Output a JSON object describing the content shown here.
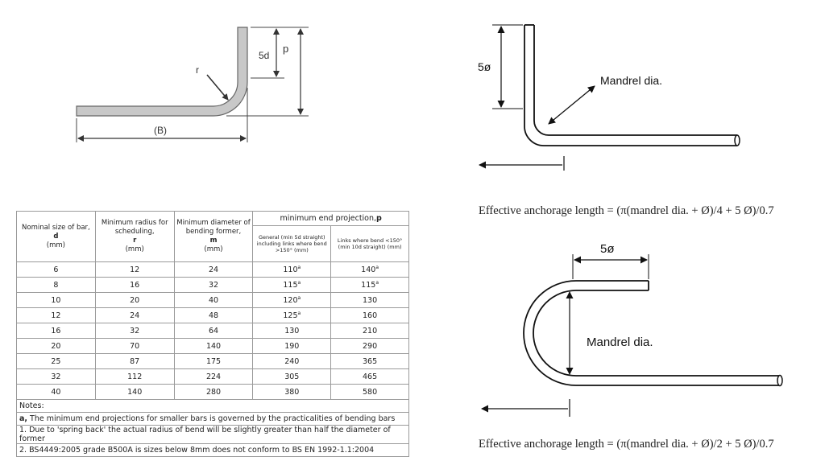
{
  "diagram1": {
    "label_r": "r",
    "label_5d": "5d",
    "label_p": "p",
    "label_b": "(B)"
  },
  "table": {
    "header": {
      "col1_line1": "Nominal size of bar,",
      "col1_var": "d",
      "col1_unit": "(mm)",
      "col2_line1": "Minimum radius for scheduling,",
      "col2_var": "r",
      "col2_unit": "(mm)",
      "col3_line1": "Minimum diameter of bending former,",
      "col3_var": "m",
      "col3_unit": "(mm)",
      "group_label": "minimum end projection,",
      "group_var": "p",
      "sub1": "General (min 5d straight) including links where bend >150° (mm)",
      "sub2": "Links where bend <150° (min 10d straight) (mm)"
    },
    "rows": [
      {
        "d": "6",
        "r": "12",
        "m": "24",
        "p1": "110",
        "p1_sup": "a",
        "p2": "140",
        "p2_sup": "a"
      },
      {
        "d": "8",
        "r": "16",
        "m": "32",
        "p1": "115",
        "p1_sup": "a",
        "p2": "115",
        "p2_sup": "a"
      },
      {
        "d": "10",
        "r": "20",
        "m": "40",
        "p1": "120",
        "p1_sup": "a",
        "p2": "130",
        "p2_sup": ""
      },
      {
        "d": "12",
        "r": "24",
        "m": "48",
        "p1": "125",
        "p1_sup": "a",
        "p2": "160",
        "p2_sup": ""
      },
      {
        "d": "16",
        "r": "32",
        "m": "64",
        "p1": "130",
        "p1_sup": "",
        "p2": "210",
        "p2_sup": ""
      },
      {
        "d": "20",
        "r": "70",
        "m": "140",
        "p1": "190",
        "p1_sup": "",
        "p2": "290",
        "p2_sup": ""
      },
      {
        "d": "25",
        "r": "87",
        "m": "175",
        "p1": "240",
        "p1_sup": "",
        "p2": "365",
        "p2_sup": ""
      },
      {
        "d": "32",
        "r": "112",
        "m": "224",
        "p1": "305",
        "p1_sup": "",
        "p2": "465",
        "p2_sup": ""
      },
      {
        "d": "40",
        "r": "140",
        "m": "280",
        "p1": "380",
        "p1_sup": "",
        "p2": "580",
        "p2_sup": ""
      }
    ],
    "notes_title": "Notes:",
    "note_a_bold": "a,",
    "note_a_text": " The minimum end projections for smaller bars is governed by the practicalities of bending bars",
    "note_1": "1. Due to 'spring back' the actual radius of bend will be slightly greater than half the diameter of former",
    "note_2": "2. BS4449:2005 grade B500A is sizes below 8mm does not conform to BS EN 1992-1.1:2004"
  },
  "diagram2": {
    "label_5o": "5ø",
    "label_mandrel": "Mandrel dia.",
    "formula": "Effective anchorage length = (π(mandrel dia. + Ø)/4 + 5 Ø)/0.7"
  },
  "diagram3": {
    "label_5o": "5ø",
    "label_mandrel": "Mandrel dia.",
    "formula": "Effective anchorage length = (π(mandrel dia. + Ø)/2 + 5 Ø)/0.7"
  }
}
